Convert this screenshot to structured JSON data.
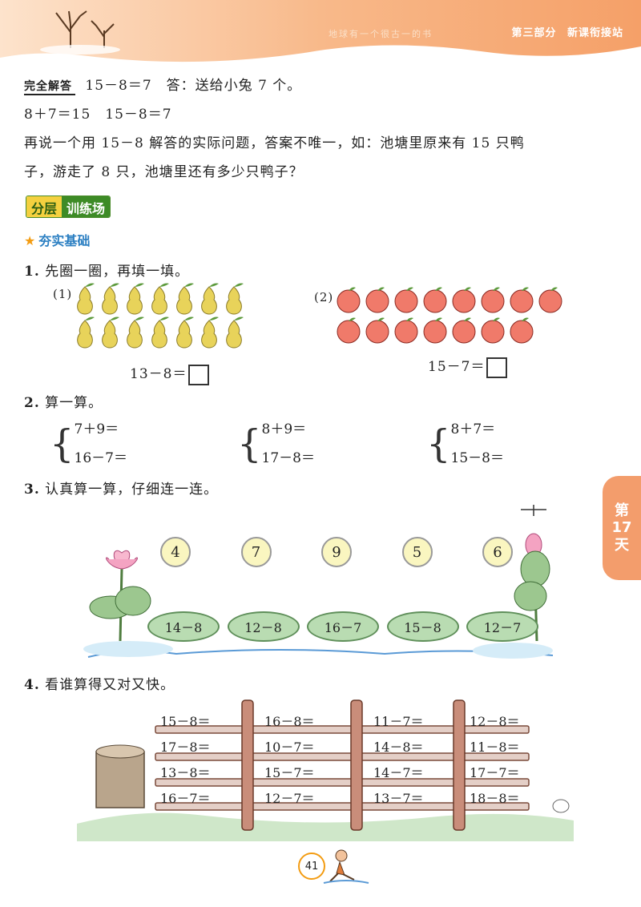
{
  "header": {
    "faint_text": "地球有一个很古一的书",
    "section": "第三部分",
    "subsection": "新课衔接站"
  },
  "solution": {
    "label": "完全解答",
    "line1": "15－8＝7　答：送给小兔 7 个。",
    "line2": "8＋7＝15　15－8＝7",
    "line3": "再说一个用 15－8 解答的实际问题，答案不唯一，如：池塘里原来有 15 只鸭",
    "line4": "子，游走了 8 只，池塘里还有多少只鸭子？"
  },
  "section_badge": {
    "part_a": "分层",
    "part_b": "训练场"
  },
  "subsection_title": "夯实基础",
  "q1": {
    "number": "1.",
    "text": "先圈一圈，再填一填。",
    "p1_label": "(1)",
    "p1_equation": "13－8＝",
    "p2_label": "(2)",
    "p2_equation": "15－7＝"
  },
  "q2": {
    "number": "2.",
    "text": "算一算。",
    "groups": [
      [
        "7＋9＝",
        "16－7＝"
      ],
      [
        "8＋9＝",
        "17－8＝"
      ],
      [
        "8＋7＝",
        "15－8＝"
      ]
    ]
  },
  "q3": {
    "number": "3.",
    "text": "认真算一算，仔细连一连。",
    "numbers": [
      "4",
      "7",
      "9",
      "5",
      "6"
    ],
    "expressions": [
      "14－8",
      "12－8",
      "16－7",
      "15－8",
      "12－7"
    ]
  },
  "q4": {
    "number": "4.",
    "text": "看谁算得又对又快。",
    "columns": [
      [
        "15－8＝",
        "17－8＝",
        "13－8＝",
        "16－7＝"
      ],
      [
        "16－8＝",
        "10－7＝",
        "15－7＝",
        "12－7＝"
      ],
      [
        "11－7＝",
        "14－8＝",
        "14－7＝",
        "13－7＝"
      ],
      [
        "12－8＝",
        "11－8＝",
        "17－7＝",
        "18－8＝"
      ]
    ]
  },
  "side_tab": {
    "line1": "第",
    "line2": "17",
    "line3": "天"
  },
  "page_number": "41",
  "colors": {
    "header": "#f6a46d",
    "accent_green": "#3d8b26",
    "accent_blue": "#2b7fc2",
    "tab": "#f39d6c"
  }
}
